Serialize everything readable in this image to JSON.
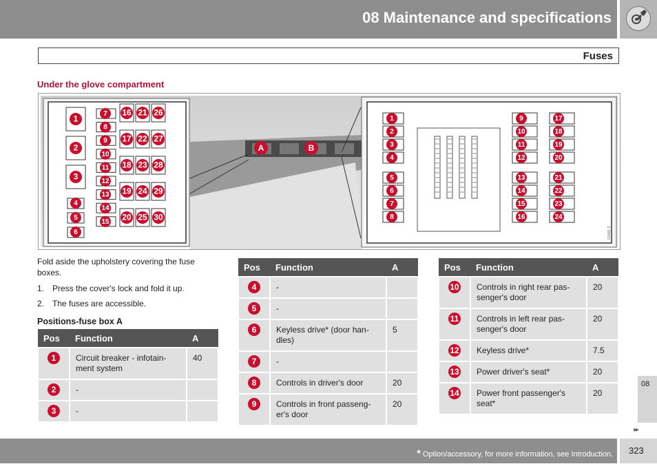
{
  "header": {
    "title": "08 Maintenance and specifications",
    "icon": "wrench-gear-icon"
  },
  "subheader": {
    "title": "Fuses"
  },
  "section_title": "Under the glove compartment",
  "figure": {
    "left_box_numbers": [
      "1",
      "2",
      "3",
      "4",
      "5",
      "6",
      "7",
      "8",
      "9",
      "10",
      "11",
      "12",
      "13",
      "14",
      "15",
      "16",
      "17",
      "18",
      "19",
      "20",
      "21",
      "22",
      "23",
      "24",
      "25",
      "26",
      "27",
      "28",
      "29",
      "30"
    ],
    "callouts": [
      "A",
      "B"
    ],
    "right_box_numbers": [
      "1",
      "2",
      "3",
      "4",
      "5",
      "6",
      "7",
      "8",
      "9",
      "10",
      "11",
      "12",
      "13",
      "14",
      "15",
      "16",
      "17",
      "18",
      "19",
      "20",
      "21",
      "22",
      "23",
      "24"
    ],
    "code": "G0481 3"
  },
  "intro": {
    "paragraph": "Fold aside the upholstery covering the fuse boxes.",
    "steps": [
      {
        "num": "1.",
        "text": "Press the cover's lock and fold it up."
      },
      {
        "num": "2.",
        "text": "The fuses are accessible."
      }
    ]
  },
  "positions_heading": "Positions-fuse box A",
  "table_headers": {
    "pos": "Pos",
    "function": "Function",
    "amp": "A"
  },
  "table1": [
    {
      "pos": "1",
      "function": "Circuit breaker - infotain-ment system",
      "amp": "40"
    },
    {
      "pos": "2",
      "function": "-",
      "amp": ""
    },
    {
      "pos": "3",
      "function": "-",
      "amp": ""
    }
  ],
  "table2": [
    {
      "pos": "4",
      "function": "-",
      "amp": ""
    },
    {
      "pos": "5",
      "function": "-",
      "amp": ""
    },
    {
      "pos": "6",
      "function": "Keyless drive* (door han-dles)",
      "amp": "5"
    },
    {
      "pos": "7",
      "function": "-",
      "amp": ""
    },
    {
      "pos": "8",
      "function": "Controls in driver's door",
      "amp": "20"
    },
    {
      "pos": "9",
      "function": "Controls in front passeng-er's door",
      "amp": "20"
    }
  ],
  "table3": [
    {
      "pos": "10",
      "function": "Controls in right rear pas-senger's door",
      "amp": "20"
    },
    {
      "pos": "11",
      "function": "Controls in left rear pas-senger's door",
      "amp": "20"
    },
    {
      "pos": "12",
      "function": "Keyless drive*",
      "amp": "7.5"
    },
    {
      "pos": "13",
      "function": "Power driver's seat*",
      "amp": "20"
    },
    {
      "pos": "14",
      "function": "Power front passenger's seat*",
      "amp": "20"
    }
  ],
  "side_tab": "08",
  "nav_arrows": "▸▸",
  "footer": {
    "asterisk": "*",
    "note": " Option/accessory, for more information, see Introduction.",
    "page": "323"
  },
  "colors": {
    "accent_red": "#c8102e",
    "header_gray": "#8e8e8e",
    "section_red": "#b0133a"
  }
}
